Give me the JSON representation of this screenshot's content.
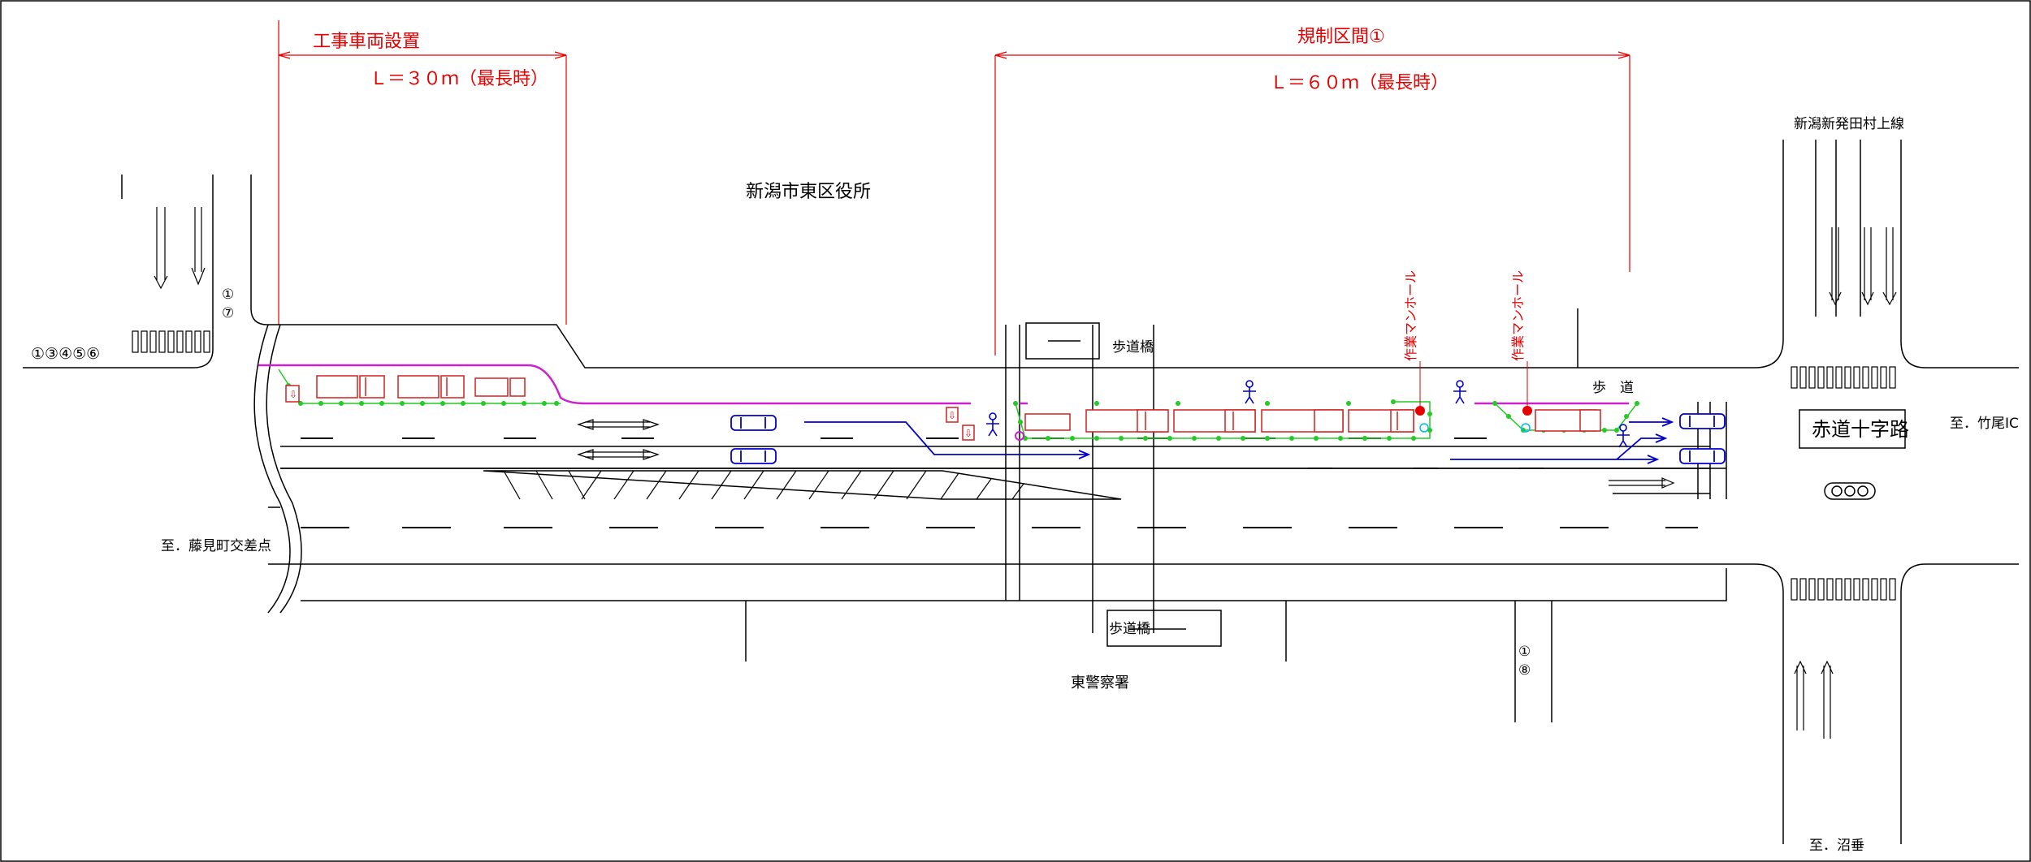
{
  "dimensions": {
    "work_vehicle_title": "工事車両設置",
    "work_vehicle_length": "Ｌ＝３０ｍ（最長時）",
    "regulated_title": "規制区間①",
    "regulated_length": "Ｌ＝６０ｍ（最長時）"
  },
  "places": {
    "ward_office": "新潟市東区役所",
    "police": "東警察署",
    "intersection": "赤道十字路",
    "upper_line": "新潟新発田村上線",
    "footbridge_top": "歩道橋",
    "footbridge_bottom": "歩道橋",
    "sidewalk": "歩　道"
  },
  "directions": {
    "left": "至．藤見町交差点",
    "right": "至．竹尾IC",
    "bottom": "至．沼垂"
  },
  "manhole_labels": [
    "作業マンホール",
    "作業マンホール"
  ],
  "route_markers": {
    "left_road": "①③④⑤⑥",
    "branch_top_1": "①",
    "branch_top_2": "⑦",
    "branch_bottom_1": "①",
    "branch_bottom_2": "⑧"
  },
  "colors": {
    "dimension": "#e60000",
    "vehicle": "#d22020",
    "cone_line": "#22cc22",
    "pedestrian_line": "#cc22cc",
    "traffic": "#0000cc",
    "signal": "#000000"
  }
}
